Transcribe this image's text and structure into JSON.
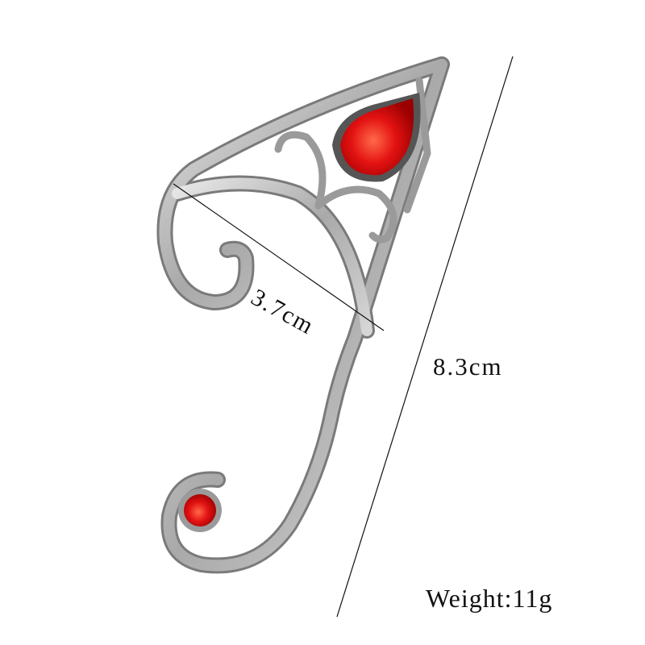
{
  "product": {
    "type": "elf ear cuff",
    "metal_color": "#b8b8b8",
    "gem_color": "#e01010"
  },
  "dimensions": {
    "width": "3.7cm",
    "height": "8.3cm",
    "weight": "Weight:11g"
  }
}
